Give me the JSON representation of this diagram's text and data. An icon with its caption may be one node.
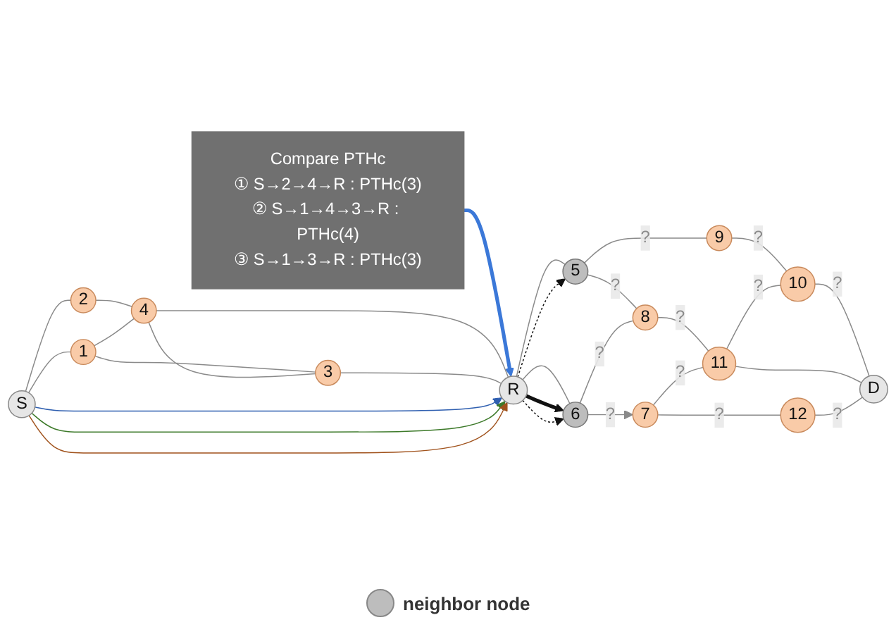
{
  "diagram": {
    "nodes": [
      {
        "text": [
          "Compare PTHc",
          "① S→2→4→R : PTHc(3)",
          "② S→1→4→3→R : PTHc(4)",
          "③ S→1→3→R : PTHc(3)"
        ]
      },
      {
        "text": [
          "S"
        ]
      },
      {
        "text": [
          "2"
        ]
      },
      {
        "text": [
          "4"
        ]
      },
      {
        "text": [
          "1"
        ]
      },
      {
        "text": [
          "3"
        ]
      },
      {
        "text": [
          "R"
        ]
      },
      {
        "text": [
          "5"
        ]
      },
      {
        "text": [
          "9"
        ]
      },
      {
        "text": [
          "8"
        ]
      },
      {
        "text": [
          "10"
        ]
      },
      {
        "text": [
          "6"
        ]
      },
      {
        "text": [
          "11"
        ]
      },
      {
        "text": [
          "D"
        ]
      },
      {
        "text": [
          "7"
        ]
      },
      {
        "text": [
          "12"
        ]
      }
    ],
    "edges": [
      {
        "from": 0,
        "to": 6,
        "arrow": "to",
        "style": "thick",
        "color": "#3b78d8"
      },
      {
        "from": 1,
        "to": 2,
        "arrow": "none"
      },
      {
        "from": 1,
        "to": 4,
        "arrow": "none"
      },
      {
        "from": 2,
        "to": 3,
        "arrow": "none"
      },
      {
        "from": 4,
        "to": 3,
        "arrow": "none"
      },
      {
        "from": 4,
        "to": 5,
        "arrow": "none"
      },
      {
        "from": 3,
        "to": 5,
        "arrow": "none"
      },
      {
        "from": 3,
        "to": 6,
        "arrow": "none"
      },
      {
        "from": 5,
        "to": 6,
        "arrow": "none"
      },
      {
        "from": 1,
        "to": 6,
        "arrow": "to",
        "color": "#2f5fb0"
      },
      {
        "from": 1,
        "to": 6,
        "arrow": "to",
        "color": "#3d7a2a"
      },
      {
        "from": 1,
        "to": 6,
        "arrow": "to",
        "color": "#a0521c"
      },
      {
        "from": 6,
        "to": 7,
        "arrow": "none"
      },
      {
        "from": 6,
        "to": 7,
        "arrow": "to",
        "style": "dashed",
        "color": "#111111"
      },
      {
        "from": 6,
        "to": 11,
        "arrow": "none"
      },
      {
        "from": 6,
        "to": 11,
        "arrow": "to",
        "style": "thick",
        "color": "#111111"
      },
      {
        "from": 6,
        "to": 11,
        "arrow": "to",
        "style": "dashed",
        "color": "#111111"
      },
      {
        "from": 7,
        "to": 8,
        "arrow": "none",
        "label": "?"
      },
      {
        "from": 7,
        "to": 9,
        "arrow": "none",
        "label": "?"
      },
      {
        "from": 8,
        "to": 10,
        "arrow": "none",
        "label": "?"
      },
      {
        "from": 11,
        "to": 9,
        "arrow": "none",
        "label": "?"
      },
      {
        "from": 9,
        "to": 12,
        "arrow": "none",
        "label": "?"
      },
      {
        "from": 12,
        "to": 10,
        "arrow": "none",
        "label": "?"
      },
      {
        "from": 10,
        "to": 13,
        "arrow": "none",
        "label": "?"
      },
      {
        "from": 11,
        "to": 14,
        "arrow": "to",
        "label": "?"
      },
      {
        "from": 14,
        "to": 12,
        "arrow": "none",
        "label": "?"
      },
      {
        "from": 12,
        "to": 13,
        "arrow": "none"
      },
      {
        "from": 14,
        "to": 15,
        "arrow": "none",
        "label": "?"
      },
      {
        "from": 15,
        "to": 13,
        "arrow": "none",
        "label": "?"
      }
    ],
    "legend": [
      {
        "text": "neighbor node",
        "color": "#bdbdbd"
      }
    ]
  }
}
